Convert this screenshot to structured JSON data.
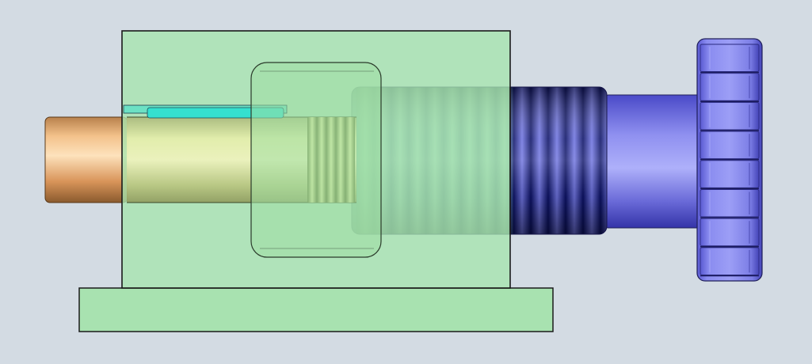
{
  "colors": {
    "background": "#d3dbe3",
    "housing_fill": "#a7e3b0",
    "outline": "#1a1a1a",
    "shaft_tip": "#f0b074",
    "shaft_body": "#d8e8a0",
    "key": "#35e0cf",
    "thread_dark": "#101880",
    "thread_light": "#8e93ee",
    "knob": "#7a7ae8",
    "knob_dark": "#3c3cb0"
  },
  "parts": {
    "base_plate": "base-plate",
    "housing_block": "housing-block",
    "bushing_collar": "bushing-collar",
    "shaft": "shaft",
    "key": "key",
    "threaded_sleeve": "threaded-sleeve",
    "knurled_knob": "knurled-knob"
  }
}
